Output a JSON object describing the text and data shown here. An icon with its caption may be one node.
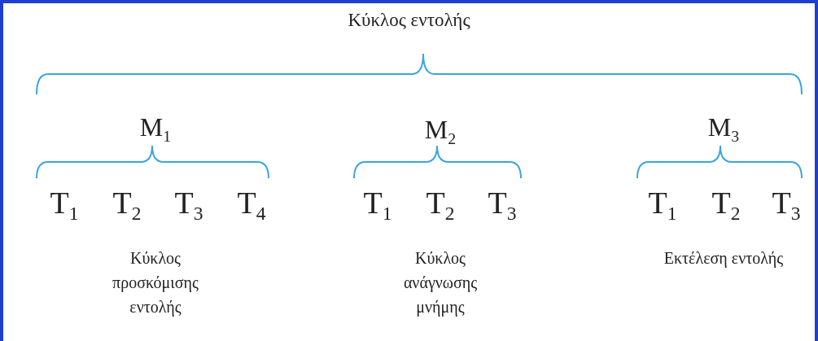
{
  "diagram": {
    "title": "Κύκλος εντολής",
    "labels": [
      "M$_{1}$",
      "M$_{2}$",
      "M$_{3}$",
      "T$_{1}$",
      "T$_{2}$",
      "T$_{3}$",
      "T$_{4}$",
      "T$_{1}$",
      "T$_{2}$",
      "T$_{3}$",
      "T$_{1}$",
      "T$_{2}$",
      "T$_{3}$",
      "Κύκλος προσκόμισης εντολής",
      "Κύκλος ανάγνωσης μνήμης",
      "Εκτέλεση εντολής"
    ]
  }
}
